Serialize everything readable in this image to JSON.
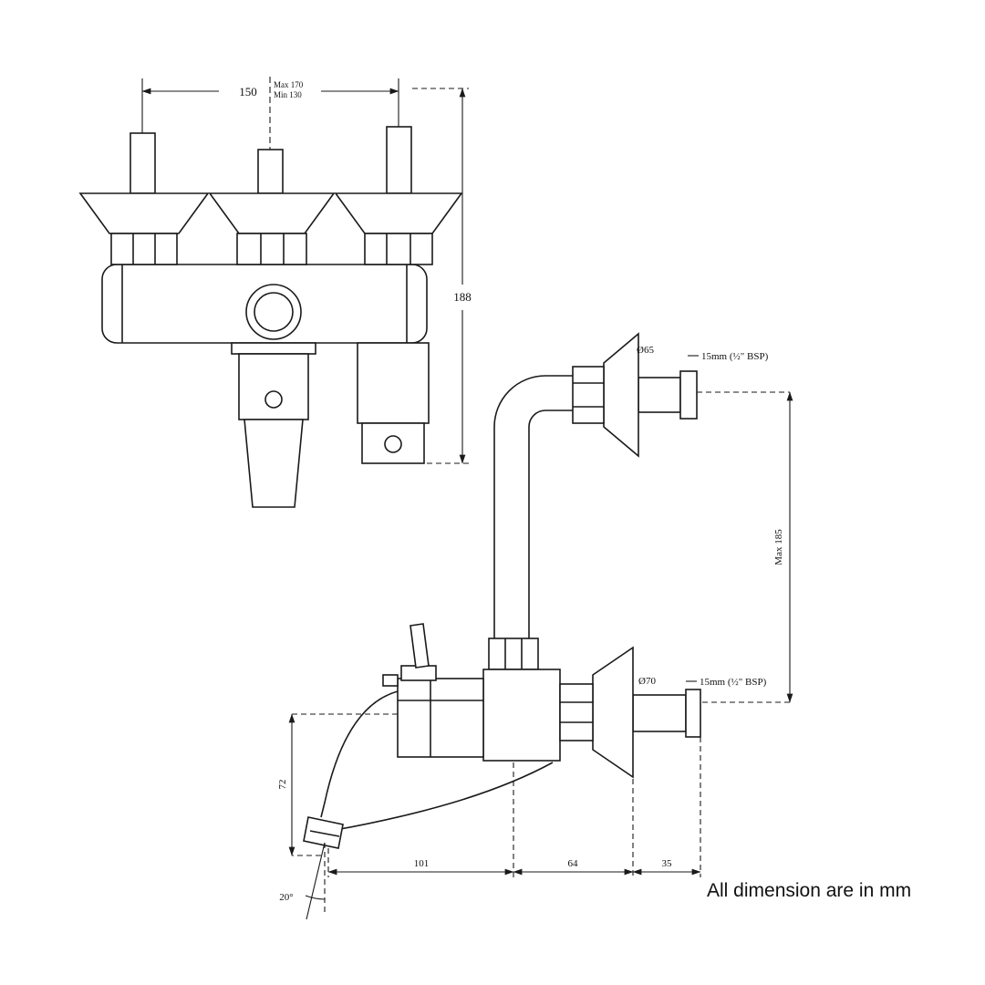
{
  "page": {
    "background": "#ffffff",
    "line_color": "#1a1a1a",
    "footnote": "All dimension are in mm"
  },
  "front_view": {
    "dim_spacing": "150",
    "dim_spacing_max": "Max 170",
    "dim_spacing_min": "Min 130",
    "dim_height": "188"
  },
  "side_view": {
    "dim_flange_top_diameter": "Ø65",
    "dim_thread_top": "15mm (½\" BSP)",
    "dim_wall_height": "Max 185",
    "dim_flange_bottom_diameter": "Ø70",
    "dim_thread_bottom": "15mm (½\" BSP)",
    "dim_spout_drop": "72",
    "dim_spout_reach": "101",
    "dim_body_depth": "64",
    "dim_wall_offset": "35",
    "dim_spout_angle": "20°"
  }
}
